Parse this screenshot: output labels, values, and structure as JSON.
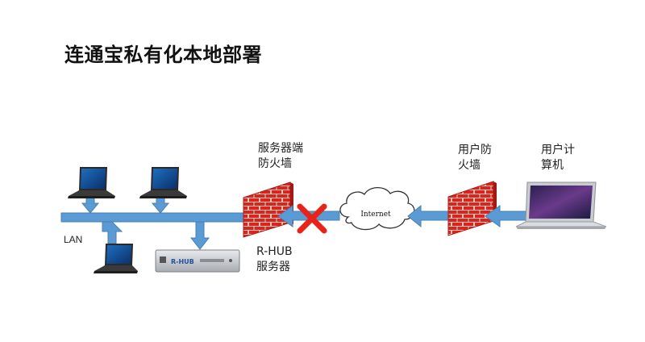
{
  "title": "连通宝私有化本地部署",
  "labels": {
    "server_firewall": [
      "服务器端",
      "防火墙"
    ],
    "user_firewall": [
      "用户防",
      "火墙"
    ],
    "user_computer": [
      "用户计",
      "算机"
    ],
    "rhub_server": [
      "R-HUB",
      "服务器"
    ],
    "lan": "LAN",
    "internet": "Internet",
    "device_brand": "R-HUB"
  },
  "colors": {
    "arrow_fill": "#5b9bd5",
    "arrow_stroke": "#4a7fb0",
    "firewall_brick": "#d9261c",
    "blocked_x": "#e8231a"
  }
}
